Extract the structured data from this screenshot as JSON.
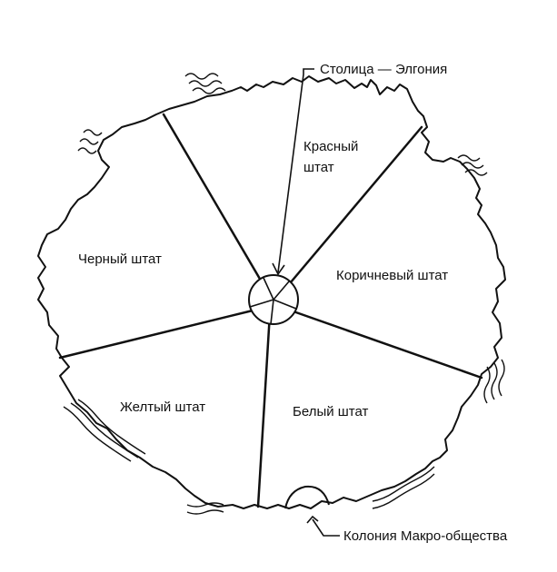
{
  "map": {
    "capital_label": "Столица — Элгония",
    "colony_label": "Колония Макро-общества",
    "states": {
      "red_line1": "Красный",
      "red_line2": "штат",
      "black": "Черный штат",
      "brown": "Коричневый штат",
      "yellow": "Желтый штат",
      "white": "Белый штат"
    }
  }
}
